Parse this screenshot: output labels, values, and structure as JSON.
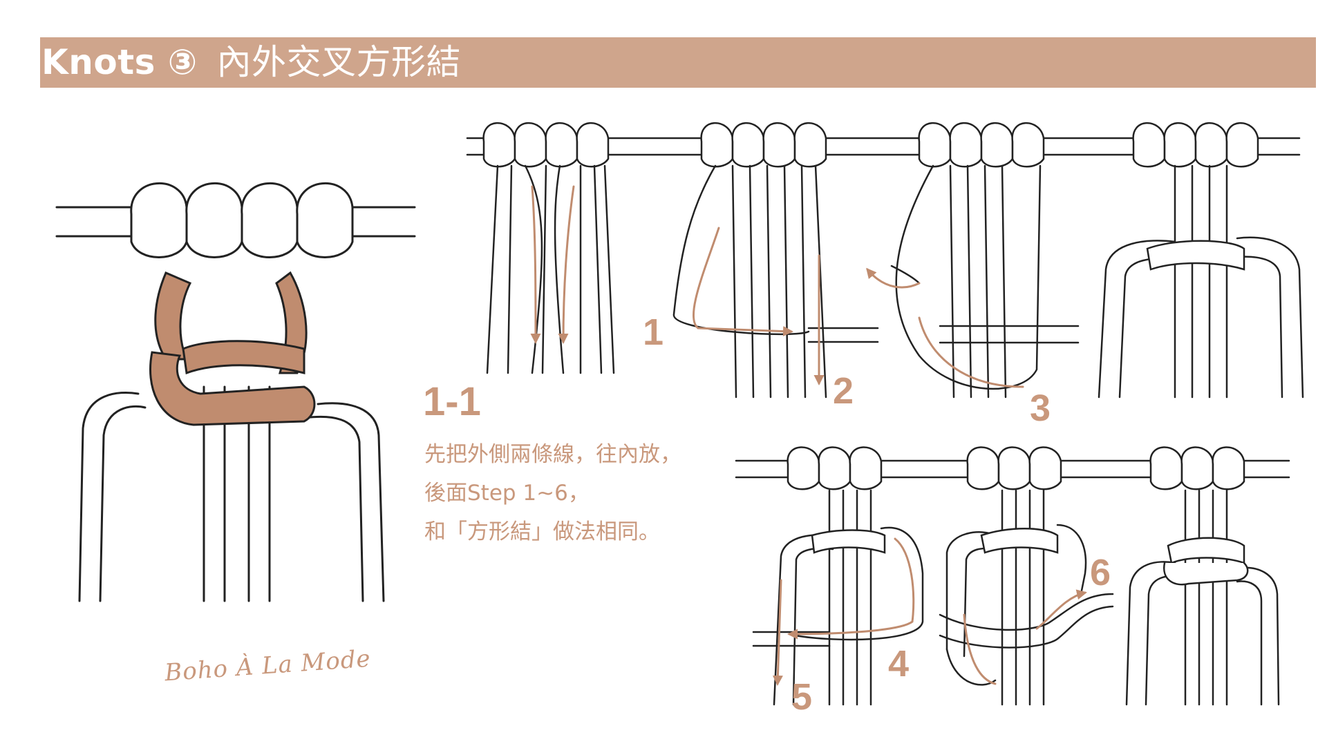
{
  "header": {
    "title": "Knots ③",
    "subtitle": "內外交叉方形結"
  },
  "instruction": {
    "step": "1-1",
    "lines": [
      "先把外側兩條線，往內放，",
      "後面Step 1~6，",
      "和「方形結」做法相同。"
    ]
  },
  "steps": [
    "1",
    "2",
    "3",
    "4",
    "5",
    "6"
  ],
  "brand": "Boho À La Mode",
  "colors": {
    "accent": "#cfa58c",
    "cord_highlight": "#c08c6f",
    "text_accent": "#c9987c",
    "line": "#222222"
  }
}
